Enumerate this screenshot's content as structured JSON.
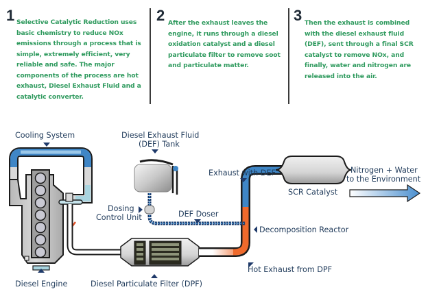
{
  "steps": [
    {
      "number": "1",
      "text": "Selective Catalytic Reduction uses basic chemistry to reduce NOx emissions through a process that is simple, extremely efficient, very reliable and safe. The major components of the process are hot exhaust, Diesel Exhaust Fluid and a catalytic converter."
    },
    {
      "number": "2",
      "text": "After the exhaust leaves the engine, it runs through a diesel oxidation catalyst and a diesel particulate filter to remove soot and particulate matter."
    },
    {
      "number": "3",
      "text": "Then the exhaust is combined with the diesel exhaust fluid (DEF), sent through a final SCR catalyst to remove NOx, and finally, water and nitrogen are released into the air."
    }
  ],
  "labels": {
    "cooling_system": "Cooling System",
    "diesel_engine": "Diesel Engine",
    "def_tank_line1": "Diesel Exhaust Fluid",
    "def_tank_line2": "(DEF) Tank",
    "dosing_line1": "Dosing",
    "dosing_line2": "Control Unit",
    "def_doser": "DEF Doser",
    "dpf": "Diesel Particulate Filter (DPF)",
    "exhaust_with_def": "Exhaust with DEF",
    "scr_catalyst": "SCR Catalyst",
    "output_line1": "Nitrogen + Water",
    "output_line2": "to the Environment",
    "decomposition_reactor": "Decomposition Reactor",
    "hot_exhaust": "Hot Exhaust from DPF"
  },
  "colors": {
    "text_green": "#2f9a5e",
    "label_navy": "#1f3a5a",
    "coolant_blue": "#3f86c6",
    "hot_orange": "#ef6a2c",
    "pipe_dark": "#1b1b1b"
  }
}
